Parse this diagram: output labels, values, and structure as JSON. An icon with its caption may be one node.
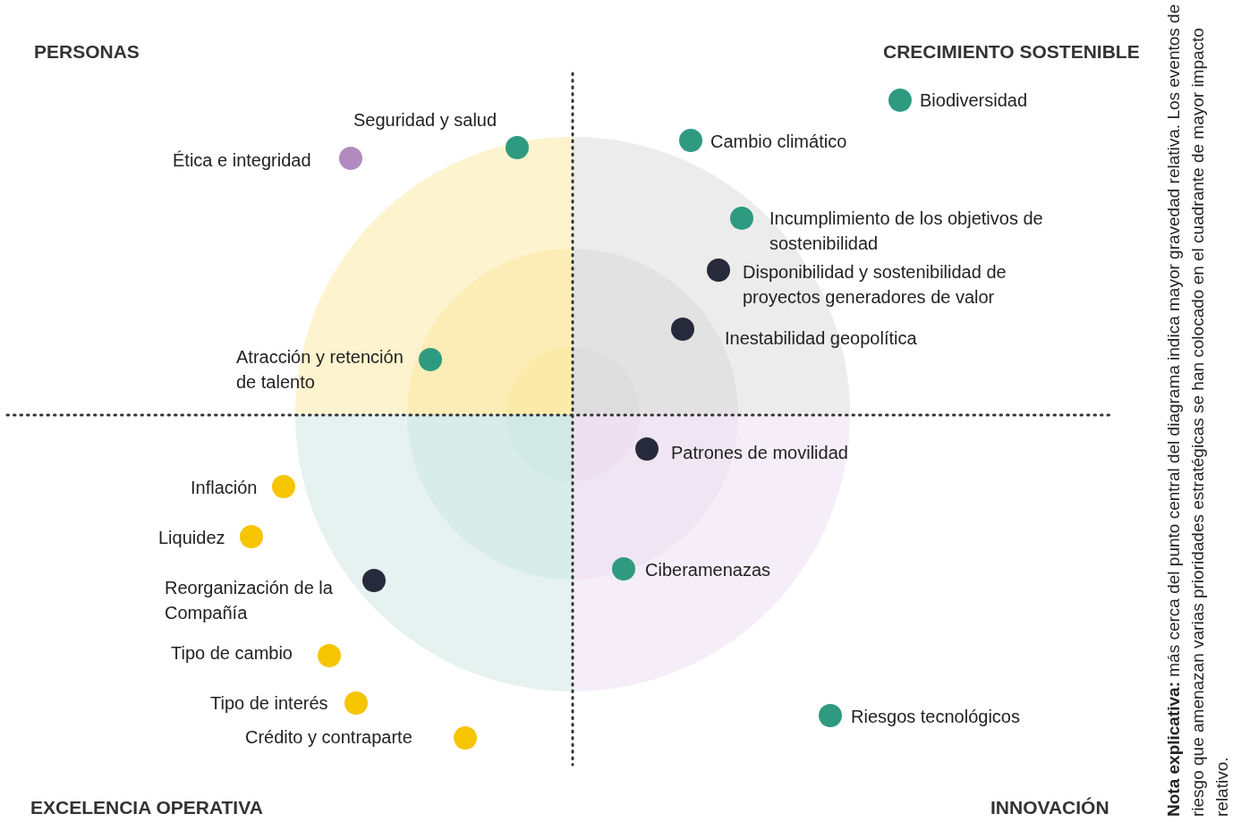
{
  "diagram": {
    "labels": [
      "PERSONAS",
      "CRECIMIENTO SOSTENIBLE",
      "Biodiversidad",
      "Seguridad y salud",
      "Cambio climático",
      "Ética e integridad",
      "Incumplimiento de los objetivos de sostenibilidad",
      "Disponibilidad y sostenibilidad de proyectos generadores de valor",
      "Inestabilidad geopolítica",
      "Atracción y retención de talento",
      "Patrones de movilidad",
      "Inflación",
      "Liquidez",
      "Ciberamenazas",
      "Reorganización de la Compañía",
      "Tipo de cambio",
      "Tipo de interés",
      "Riesgos tecnológicos",
      "Crédito y contraparte",
      "EXCELENCIA OPERATIVA",
      "INNOVACIÓN",
      "**Nota explicativa:** más cerca del punto central del diagrama indica mayor gravedad relativa. Los eventos de riesgo que amenazan varias prioridades estratégicas se han colocado en el cuadrante de mayor impacto relativo."
    ]
  }
}
